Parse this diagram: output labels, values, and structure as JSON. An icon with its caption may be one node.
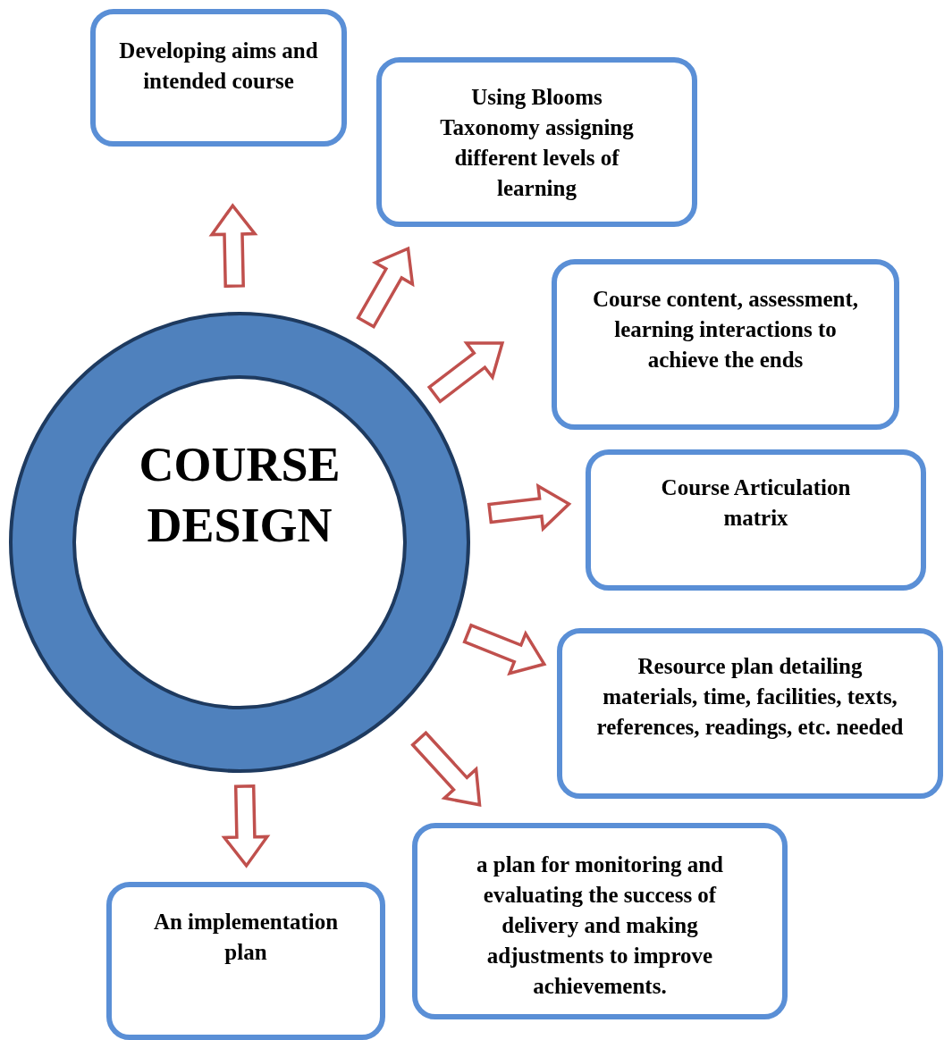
{
  "diagram": {
    "nodes": [
      {
        "text": [
          "COURSE DESIGN"
        ]
      },
      {
        "text": [
          "Developing aims and intended course"
        ]
      },
      {
        "text": [
          "Using Blooms Taxonomy assigning different levels of learning"
        ]
      },
      {
        "text": [
          "Course content, assessment, learning interactions to achieve the ends"
        ]
      },
      {
        "text": [
          "Course Articulation matrix"
        ]
      },
      {
        "text": [
          "Resource plan detailing materials, time, facilities, texts, references, readings, etc. needed"
        ]
      },
      {
        "text": [
          "a plan for monitoring and evaluating the success of delivery and making adjustments to improve achievements."
        ]
      },
      {
        "text": [
          "An implementation plan"
        ]
      }
    ],
    "edges": [
      {
        "from": 0,
        "to": 1,
        "arrow": "to"
      },
      {
        "from": 0,
        "to": 2,
        "arrow": "to"
      },
      {
        "from": 0,
        "to": 3,
        "arrow": "to"
      },
      {
        "from": 0,
        "to": 4,
        "arrow": "to"
      },
      {
        "from": 0,
        "to": 5,
        "arrow": "to"
      },
      {
        "from": 0,
        "to": 6,
        "arrow": "to"
      },
      {
        "from": 0,
        "to": 7,
        "arrow": "to"
      }
    ]
  }
}
